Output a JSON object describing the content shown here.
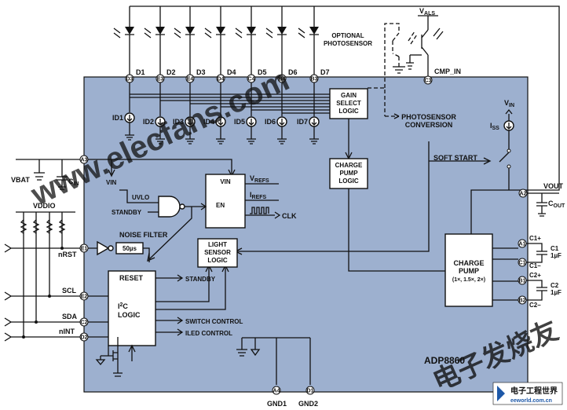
{
  "chip_name": "ADP8860",
  "colors": {
    "chip_fill": "#9db0cf",
    "watermark": "#e01818",
    "line": "#111111"
  },
  "leds": [
    {
      "pin": "D3",
      "label": "D1",
      "sink": "ID1"
    },
    {
      "pin": "E3",
      "label": "D2",
      "sink": "ID2"
    },
    {
      "pin": "E4",
      "label": "D3",
      "sink": "ID3"
    },
    {
      "pin": "D4",
      "label": "D4",
      "sink": "ID4"
    },
    {
      "pin": "C4",
      "label": "D5",
      "sink": "ID5"
    },
    {
      "pin": "B4",
      "label": "D6",
      "sink": "ID6"
    },
    {
      "pin": "B3",
      "label": "D7",
      "sink": "ID7"
    }
  ],
  "blocks": {
    "gain_select": [
      "GAIN",
      "SELECT",
      "LOGIC"
    ],
    "photosensor_conv": [
      "PHOTOSENSOR",
      "CONVERSION"
    ],
    "charge_pump_logic": [
      "CHARGE",
      "PUMP",
      "LOGIC"
    ],
    "refs": {
      "vin": "VIN",
      "en": "EN",
      "vrefs": "V",
      "vrefs_sub": "REFS",
      "irefs": "I",
      "irefs_sub": "REFS",
      "clk": "CLK"
    },
    "uvlo": "UVLO",
    "standby_in": "STANDBY",
    "light_sensor": [
      "LIGHT",
      "SENSOR",
      "LOGIC"
    ],
    "charge_pump": [
      "CHARGE",
      "PUMP",
      "(1×, 1.5×, 2×)"
    ],
    "i2c": {
      "name": "I",
      "sup": "2",
      "name2": "C",
      "logic": "LOGIC",
      "reset": "RESET",
      "standby_out": "STANDBY",
      "switch_control": "SWITCH CONTROL",
      "iled_control": "ILED CONTROL"
    },
    "noise_filter": "NOISE FILTER",
    "filter_time": "50µs",
    "soft_start": "SOFT START",
    "iss": "I",
    "iss_sub": "SS",
    "vin_src": "V",
    "vin_src_sub": "IN",
    "vin_label": "VIN"
  },
  "optional_photosensor": [
    "OPTIONAL",
    "PHOTOSENSOR"
  ],
  "vals": {
    "main": "V",
    "sub": "ALS"
  },
  "pins": {
    "cmp_in": {
      "id": "C3",
      "label": "CMP_IN"
    },
    "a3": "A3",
    "vout": {
      "id": "A2",
      "label": "VOUT"
    },
    "e1": {
      "id": "E1",
      "label": "nRST"
    },
    "e2": {
      "id": "E2",
      "label": "SCL"
    },
    "c2": {
      "id": "C2",
      "label": "SDA"
    },
    "d2": {
      "id": "D2",
      "label": "nINT"
    },
    "a1": {
      "id": "A1",
      "label": "C1+"
    },
    "c1": {
      "id": "C1",
      "label": "C1–"
    },
    "b1": {
      "id": "B1",
      "label": "C2+"
    },
    "b2": {
      "id": "B2",
      "label": "C2–"
    },
    "a4": {
      "id": "A4",
      "label": "GND1"
    },
    "d1": {
      "id": "D1",
      "label": "GND2"
    }
  },
  "external": {
    "vbat": "VBAT",
    "cin": "C",
    "cin_sub": "IN",
    "vddio": "VDDIO",
    "cout": "C",
    "cout_sub": "OUT",
    "c1": "C1",
    "c1_val": "1µF",
    "c2": "C2",
    "c2_val": "1µF"
  },
  "watermarks": {
    "site": "www.elecfans.com",
    "cn": "电子发烧友",
    "logo": "电子工程世界",
    "logo_sub": "eeworld.com.cn"
  }
}
